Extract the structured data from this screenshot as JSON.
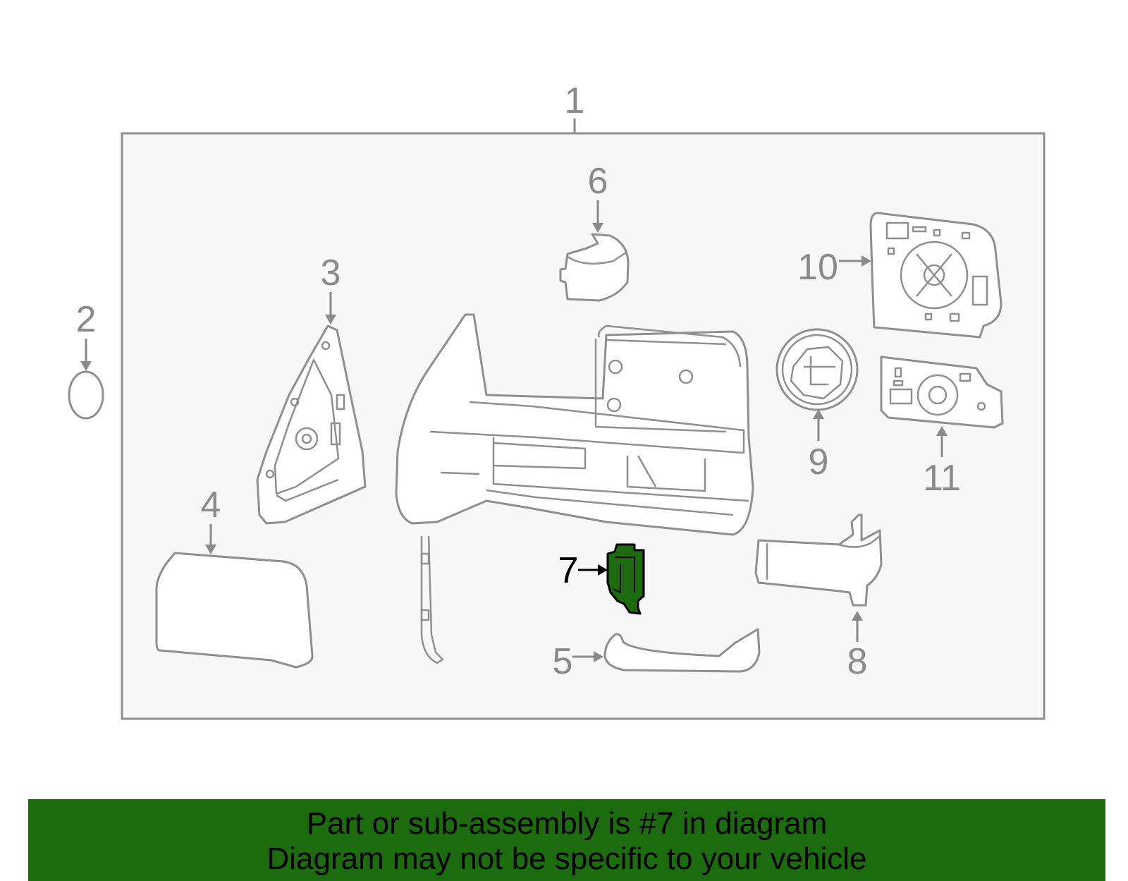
{
  "callouts": {
    "c1": "1",
    "c2": "2",
    "c3": "3",
    "c4": "4",
    "c5": "5",
    "c6": "6",
    "c7": "7",
    "c8": "8",
    "c9": "9",
    "c10": "10",
    "c11": "11"
  },
  "highlighted_part": "7",
  "banner": {
    "line1": "Part or sub-assembly is #7 in diagram",
    "line2": "Diagram may not be specific to your vehicle"
  },
  "colors": {
    "highlight_fill": "#1c6b0f",
    "banner_background": "#1c6b0f",
    "frame_background": "#f7f7f7",
    "line_gray": "#8f8f8f"
  }
}
